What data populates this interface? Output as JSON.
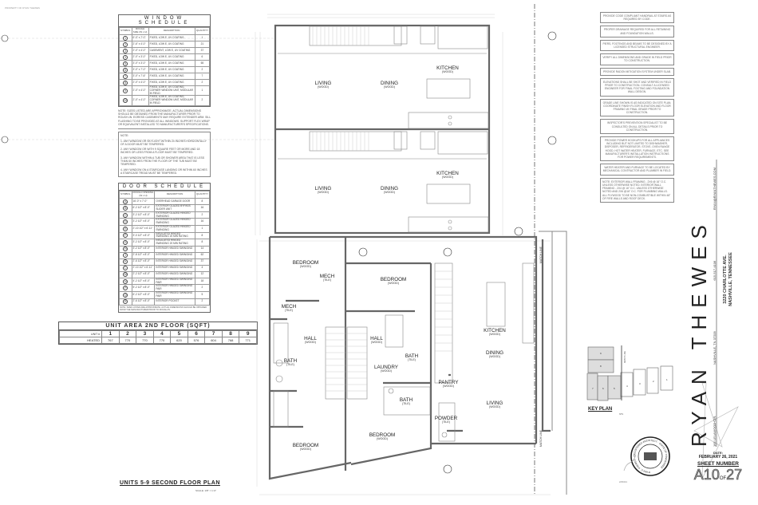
{
  "header_fine_print": "PROPERTY OF RYAN THEWES",
  "window_schedule": {
    "title": "WINDOW SCHEDULE",
    "columns": [
      "SYMBOL",
      "ROUGH SIZE (W x H)",
      "DESCRIPTION",
      "QUANTITY"
    ],
    "rows": [
      [
        "1",
        "6'-0\" x 7'-0\"",
        "FIXED, LOW E, UV COATING",
        "1"
      ],
      [
        "2",
        "2'-6\" x 4'-0\"",
        "FIXED, LOW E, UV COATING",
        "21"
      ],
      [
        "3",
        "2'-0\" x 4'-0\"",
        "CASEMENT, LOW E, UV COATING",
        "37"
      ],
      [
        "4",
        "2'-0\" x 3'-0\"",
        "FIXED, LOW E, UV COATING",
        "6"
      ],
      [
        "5",
        "3'-0\" x 3'-0\"",
        "FIXED, LOW E, UV COATING",
        "65"
      ],
      [
        "6",
        "3'-0\" x 7'-0\"",
        "FIXED, LOW E, UV COATING",
        "2"
      ],
      [
        "7",
        "3'-0\" x 7'-6\"",
        "FIXED, LOW E, UV COATING",
        "7"
      ],
      [
        "8",
        "2'-0\" x 4'-0\"",
        "FIXED, LOW E, UV COATING",
        "2"
      ],
      [
        "9",
        "2'-0\" x 4'-0\"",
        "FIXED, LOW E, UV COATING, CORNER WINDOW UNIT, MODULAR IN FIELD",
        "1"
      ],
      [
        "10",
        "2'-0\" x 4'-0\"",
        "FIXED, LOW E, UV COATING, CORNER WINDOW UNIT, MODULAR IN FIELD",
        "2"
      ]
    ],
    "note": "NOTE: SIZES LISTED ARE APPROXIMATE. ACTUAL DIMENSIONS SHOULD BE OBTAINED FROM THE MANUFACTURER PRIOR TO ROUGH-IN. EGRESS CASEMENTS MAY REQUIRE EXTENDER ARM. SILL FLASHING TO BE PROVIDED AT ALL WINDOWS. SUPPORT FLEX WRAP OR EQUIVALENT INSTALLED TO MANUFACTURER'S SPECIFICATIONS."
  },
  "glazing_notes": {
    "title": "NOTE:",
    "items": [
      "1. ANY WINDOW OR SKYLIGHT WITHIN 24 INCHES HORIZONTALLY OF A DOOR MUST BE TEMPERED.",
      "2. ANY WINDOW OR WITH 9 SQUARE FEET OR MORE AND 18 INCHES OR LESS FROM A FLOOR MUST BE TEMPERED.",
      "3. ANY WINDOW WITHIN A TUB OR SHOWER AREA THAT IS LESS THAN 60 INCHES FROM THE FLOOR OF THE TUB MUST BE TEMPERED.",
      "4. ANY WINDOW ON A STAIRCASE LANDING OR WITHIN 60 INCHES A STAIRCASE TREAD MUST BE TEMPERED."
    ]
  },
  "door_schedule": {
    "title": "DOOR SCHEDULE",
    "columns": [
      "SYMBOL",
      "ROUGH OPENING (W x H)",
      "DESCRIPTION",
      "QUANTITY"
    ],
    "rows": [
      [
        "A",
        "16'-0\" x 7'-0\"",
        "OVERHEAD GARAGE DOOR",
        "8"
      ],
      [
        "B",
        "6'-2 1/2\" x 8'-0\"",
        "EXTERIOR GLAZED BYPASS SLIDER UNIT",
        "16"
      ],
      [
        "C",
        "3'-2 1/2\" x 8'-0\"",
        "EXTERIOR GLAZED HINGED SWINGING",
        "2"
      ],
      [
        "D",
        "3'-2 1/2\" x 8'-0\"",
        "EXTERIOR GLAZED HINGED SWINGING",
        "16"
      ],
      [
        "E",
        "2'-10 1/2\" x 6'-11\"",
        "EXTERIOR GLAZED HINGED SWINGING",
        "1"
      ],
      [
        "F",
        "3'-0 1/2\" x 8'-0\"",
        "INSULATED HINGED SWINGING 20 MIN RATING",
        "8"
      ],
      [
        "G",
        "3'-2 1/2\" x 8'-0\"",
        "INSULATED HINGED SWINGING 20 MIN RATING",
        "8"
      ],
      [
        "H",
        "3'-2 1/2\" x 8'-0\"",
        "INTERIOR HINGED SWINGING",
        "14"
      ],
      [
        "J",
        "2'-8 1/2\" x 8'-0\"",
        "INTERIOR HINGED SWINGING",
        "62"
      ],
      [
        "K",
        "2'-6 1/2\" x 8'-0\"",
        "INTERIOR HINGED SWINGING",
        "37"
      ],
      [
        "L",
        "2'-10 1/2\" x 6'-11\"",
        "INTERIOR HINGED SWINGING",
        "4"
      ],
      [
        "M",
        "2'-2 1/2\" x 8'-0\"",
        "INTERIOR HINGED SWINGING",
        "12"
      ],
      [
        "N",
        "4'-2 1/2\" x 8'-0\"",
        "INTERIOR HINGED SWINGING PAIR",
        "18"
      ],
      [
        "P",
        "5'-2 1/2\" x 8'-0\"",
        "INTERIOR HINGED SWINGING PAIR",
        "2"
      ],
      [
        "Q",
        "6'-2 1/2\" x 8'-0\"",
        "INTERIOR HINGED SWINGING PAIR",
        "5"
      ],
      [
        "R",
        "2'-6 1/2\" x 8'-0\"",
        "INTERIOR POCKET",
        "2"
      ]
    ],
    "note": "NOTE: SIZES LISTED ARE APPROXIMATE. ACTUAL DIMENSIONS SHOULD BE OBTAINED FROM THE MANUFACTURER PRIOR TO ROUGH-IN."
  },
  "unit_area": {
    "title": "UNIT AREA 2ND FLOOR (SQFT)",
    "unit_label": "UNIT #",
    "row_label": "HEATED",
    "units": [
      "1",
      "2",
      "3",
      "4",
      "5",
      "6",
      "7",
      "8",
      "9"
    ],
    "values": [
      "767",
      "770",
      "770",
      "770",
      "620",
      "576",
      "604",
      "768",
      "771"
    ]
  },
  "plan": {
    "title": "UNITS 5-9 SECOND FLOOR PLAN",
    "scale": "SCALE: 1/8\" = 1'-0\"",
    "match_line": "MATCH LINE",
    "rooms_upper": [
      {
        "name": "LIVING",
        "floor": "(WOOD)"
      },
      {
        "name": "DINING",
        "floor": "(WOOD)"
      },
      {
        "name": "KITCHEN",
        "floor": "(WOOD)"
      },
      {
        "name": "LIVING",
        "floor": "(WOOD)"
      },
      {
        "name": "DINING",
        "floor": "(WOOD)"
      },
      {
        "name": "KITCHEN",
        "floor": "(WOOD)"
      }
    ],
    "rooms_lower": [
      {
        "name": "BEDROOM",
        "floor": "(WOOD)"
      },
      {
        "name": "MECH",
        "floor": "(TILE)"
      },
      {
        "name": "MECH",
        "floor": "(TILE)"
      },
      {
        "name": "BEDROOM",
        "floor": "(WOOD)"
      },
      {
        "name": "HALL",
        "floor": "(WOOD)"
      },
      {
        "name": "HALL",
        "floor": "(WOOD)"
      },
      {
        "name": "BATH",
        "floor": "(TILE)"
      },
      {
        "name": "BATH",
        "floor": "(TILE)"
      },
      {
        "name": "LAUNDRY",
        "floor": "(WOOD)"
      },
      {
        "name": "KITCHEN",
        "floor": "(WOOD)"
      },
      {
        "name": "DINING",
        "floor": "(WOOD)"
      },
      {
        "name": "PANTRY",
        "floor": "(WOOD)"
      },
      {
        "name": "BATH",
        "floor": "(TILE)"
      },
      {
        "name": "LIVING",
        "floor": "(WOOD)"
      },
      {
        "name": "POWDER",
        "floor": "(TILE)"
      },
      {
        "name": "BEDROOM",
        "floor": "(WOOD)"
      },
      {
        "name": "BEDROOM",
        "floor": "(WOOD)"
      }
    ],
    "section_tag": "A10"
  },
  "general_notes": [
    "PROVIDE CODE COMPLIANT HANDRAIL AT STAIRS AS REQUIRED BY CODE.",
    "PROPER DRAINAGE REQUIRED FOR ALL RETAINING AND FOUNDATION WALLS.",
    "PIERS, FOOTINGS AND BEAMS TO BE DESIGNED BY A LICENSED STRUCTURAL ENGINEER.",
    "VERIFY ALL DIMENSIONS AND GRADE IN FIELD PRIOR TO CONSTRUCTION.",
    "PROVIDE RADON MITIGATION SYSTEM UNDER SLAB.",
    "ELEVATIONS SHALL BE SHOT AND VERIFIED IN FIELD PRIOR TO CONSTRUCTION. CONSULT A LICENSED ENGINEER FOR FINAL FOOTING AND FOUNDATION WALL DESIGN.",
    "GRADE LINE SHOWN IS AS INDICATED ON SITE PLAN. COORDINATE FINISH FLOOR ELEVATION AND FLOOR FRAMING W/ FINAL GRADE PRIOR TO CONSTRUCTION.",
    "INSPECTOR'S PREVENTION SPECIALIST TO BE CONSULTED ON ALL DETAILS PRIOR TO CONSTRUCTION.",
    "PROVIDE POWER HOOKUPS FOR ALL APPLIANCES INCLUDING BUT NOT LIMITED TO DISHWASHER, DISPOSER, REFRIGERATOR, STOVE, OVEN RANGE HOOD, HOT WATER HEATER, FURNACE, ETC. SEE MANUFACTURER'S INSTALLATION INSTRUCTIONS FOR POWER REQUIREMENTS.",
    "WATER HEATER AND FURNACE TO BE LOCATED BY MECHANICAL CONTRACTOR AND PLUMBER IN FIELD.",
    "NOTE: EXTERIOR WALL FRAMING - 2X6 @ 16\" O.C. UNLESS OTHERWISE NOTED. INTERIOR WALL FRAMING - 2X4 @ 16\" O.C. UNLESS OTHERWISE NOTED AND 2X6 @16\" O.C. FOR PLUMBING WALLS. ALL PLYWOOD TO BE NON-COMBUSTIBLE WITHIN 48\" OF FIRE WALLS AND ROOF DECK."
  ],
  "firm": {
    "name": "RYAN THEWES",
    "address": "165 LELAWOOD CIR.",
    "city": "NASHVILLE, TN 37209",
    "phone": "615-517-4106",
    "email": "RYAN@RYANTHEWES.COM"
  },
  "project": {
    "address": "3220 CHARLOTTE AVE.",
    "city": "NASHVILLE, TENNESSEE"
  },
  "key_plan": {
    "title": "KEY PLAN",
    "scale": "NTS",
    "units": [
      "9",
      "8",
      "7",
      "6",
      "5",
      "4",
      "3",
      "2",
      "1"
    ],
    "match_line": "MATCH LINE"
  },
  "stamp": {
    "text": "RYAN C. THEWES · REGISTERED ARCHITECT · STATE OF TENNESSEE",
    "date": "2/26/21"
  },
  "sheet": {
    "date_label": "DATE:",
    "date": "FEBRUARY 26, 2021",
    "number_label": "SHEET NUMBER",
    "number": "A10",
    "of": "OF",
    "total": "27"
  }
}
